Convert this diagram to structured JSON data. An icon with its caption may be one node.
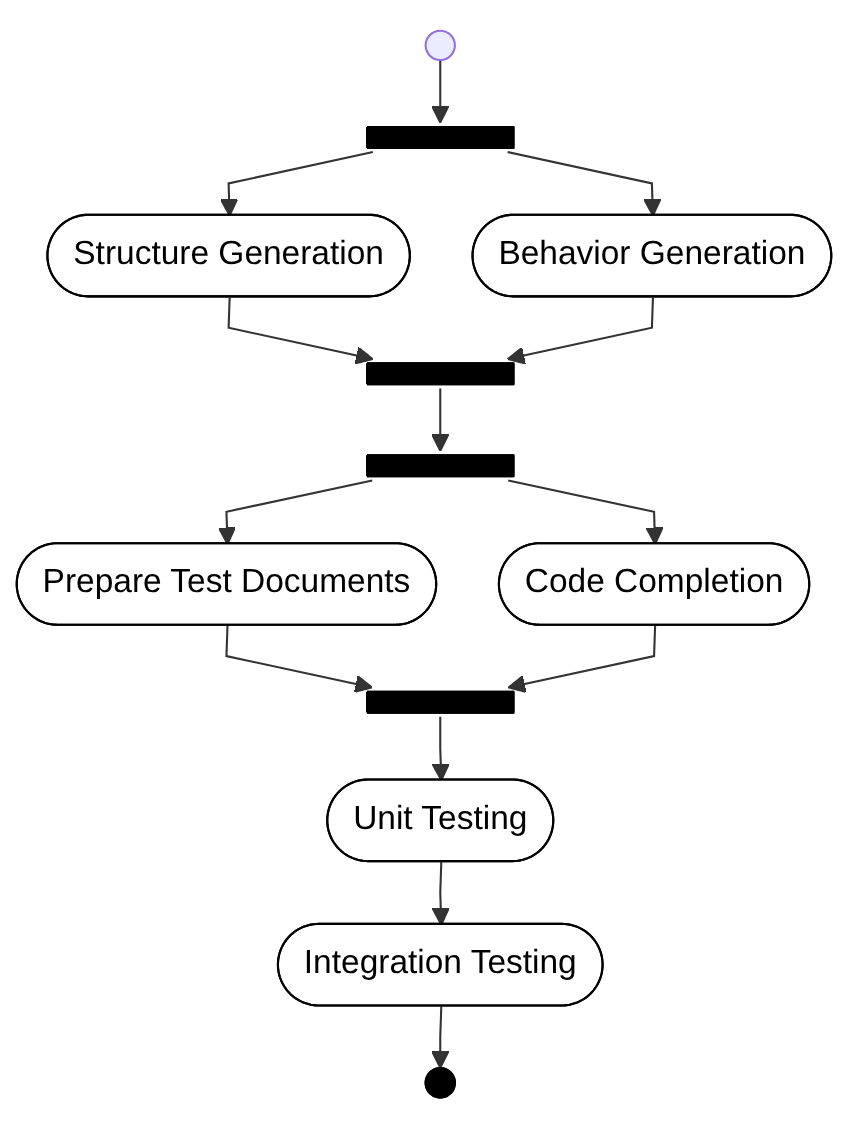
{
  "diagram": {
    "nodes": [
      {
        "text": [],
        "shape": "circle"
      },
      {
        "text": [],
        "shape": "bar"
      },
      {
        "text": [
          "Structure Generation"
        ]
      },
      {
        "text": [
          "Behavior Generation"
        ]
      },
      {
        "text": [],
        "shape": "bar"
      },
      {
        "text": [],
        "shape": "bar"
      },
      {
        "text": [
          "Prepare Test Documents"
        ]
      },
      {
        "text": [
          "Code Completion"
        ]
      },
      {
        "text": [],
        "shape": "bar"
      },
      {
        "text": [
          "Unit Testing"
        ]
      },
      {
        "text": [
          "Integration Testing"
        ]
      },
      {
        "text": [],
        "shape": "circle"
      }
    ],
    "edges": [
      {
        "from": 0,
        "to": 1,
        "arrow": "to"
      },
      {
        "from": 1,
        "to": 2,
        "arrow": "to"
      },
      {
        "from": 1,
        "to": 3,
        "arrow": "to"
      },
      {
        "from": 2,
        "to": 4,
        "arrow": "to"
      },
      {
        "from": 3,
        "to": 4,
        "arrow": "to"
      },
      {
        "from": 4,
        "to": 5,
        "arrow": "to"
      },
      {
        "from": 5,
        "to": 6,
        "arrow": "to"
      },
      {
        "from": 5,
        "to": 7,
        "arrow": "to"
      },
      {
        "from": 6,
        "to": 8,
        "arrow": "to"
      },
      {
        "from": 7,
        "to": 8,
        "arrow": "to"
      },
      {
        "from": 8,
        "to": 9,
        "arrow": "to"
      },
      {
        "from": 9,
        "to": 10,
        "arrow": "to"
      },
      {
        "from": 10,
        "to": 11,
        "arrow": "to"
      }
    ]
  }
}
